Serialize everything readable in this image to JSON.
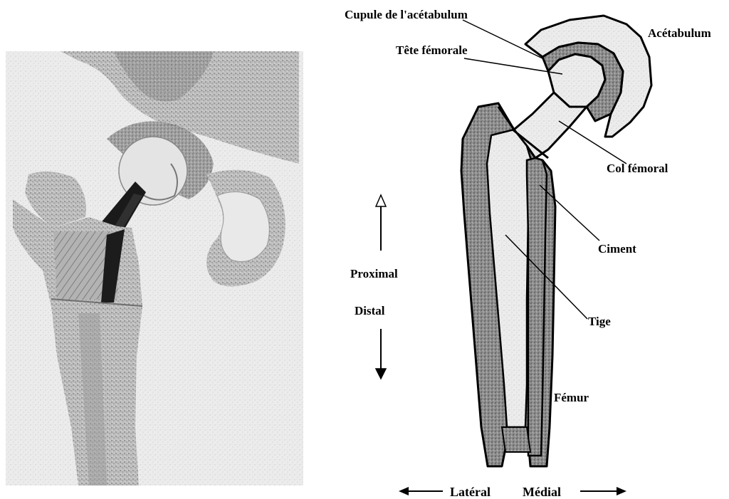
{
  "labels": {
    "cupule": "Cupule de l'acétabulum",
    "acetabulum": "Acétabulum",
    "tete": "Tête fémorale",
    "col": "Col fémoral",
    "ciment": "Ciment",
    "tige": "Tige",
    "femur": "Fémur",
    "proximal": "Proximal",
    "distal": "Distal",
    "lateral": "Latéral",
    "medial": "Médial"
  },
  "colors": {
    "bone_light": "#d8d8d8",
    "bone_mid": "#a8a8a8",
    "bone_dark": "#6e6e6e",
    "stem_black": "#111111"
  }
}
